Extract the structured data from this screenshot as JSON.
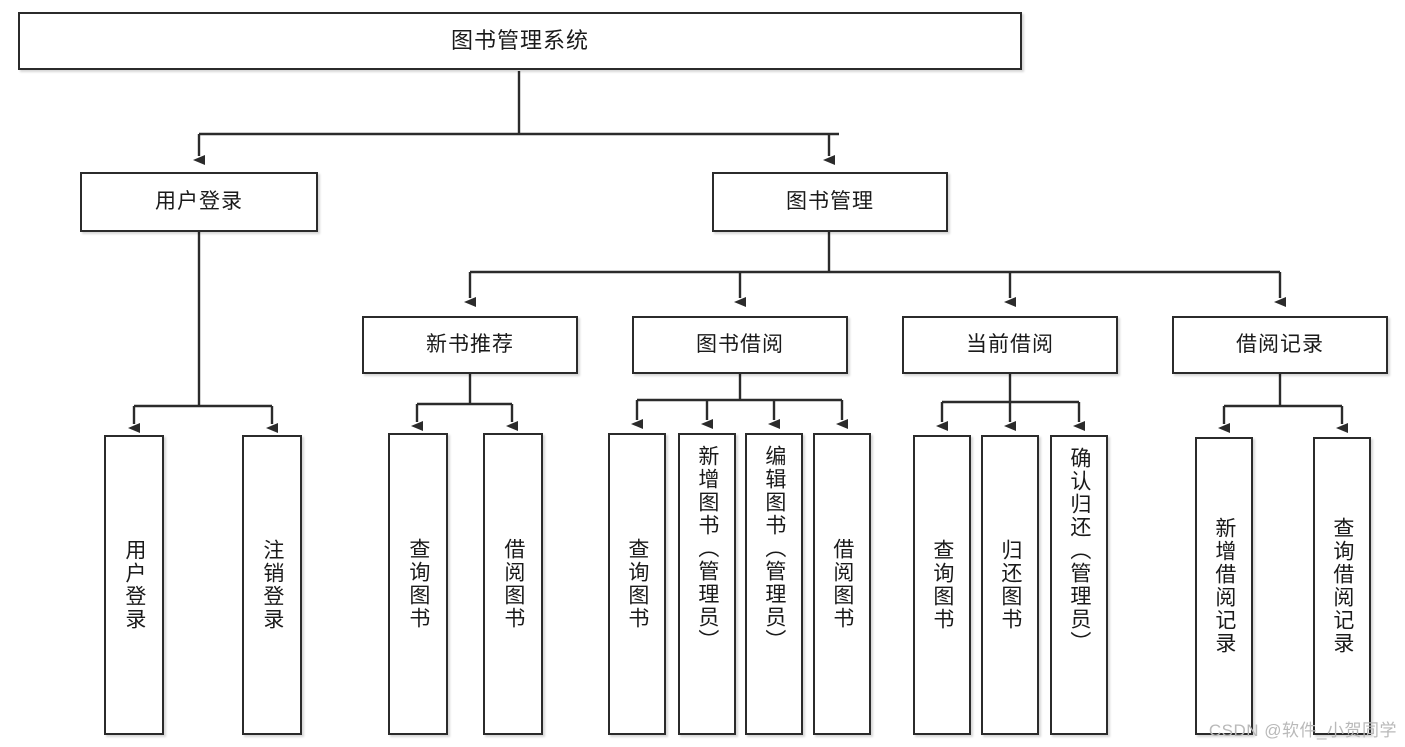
{
  "diagram": {
    "title": "图书管理系统",
    "type": "hierarchy-tree",
    "colors": {
      "box_border": "#2b2b2b",
      "box_fill": "#ffffff",
      "edge": "#2b2b2b",
      "watermark": "#b9b9b9",
      "background": "#ffffff"
    },
    "nodes": {
      "root": {
        "label": "图书管理系统"
      },
      "level2": [
        {
          "label": "用户登录"
        },
        {
          "label": "图书管理"
        }
      ],
      "level3": [
        {
          "label": "新书推荐"
        },
        {
          "label": "图书借阅"
        },
        {
          "label": "当前借阅"
        },
        {
          "label": "借阅记录"
        }
      ],
      "leaves": {
        "user_login": [
          {
            "label": "用户登录"
          },
          {
            "label": "注销登录"
          }
        ],
        "new_book": [
          {
            "label": "查询图书"
          },
          {
            "label": "借阅图书"
          }
        ],
        "book_borrow": [
          {
            "label": "查询图书"
          },
          {
            "label": "新增图书（管理员）"
          },
          {
            "label": "编辑图书（管理员）"
          },
          {
            "label": "借阅图书"
          }
        ],
        "current_borrow": [
          {
            "label": "查询图书"
          },
          {
            "label": "归还图书"
          },
          {
            "label": "确认归还（管理员）"
          }
        ],
        "borrow_record": [
          {
            "label": "新增借阅记录"
          },
          {
            "label": "查询借阅记录"
          }
        ]
      }
    },
    "watermark": "CSDN @软件_小贺同学"
  }
}
